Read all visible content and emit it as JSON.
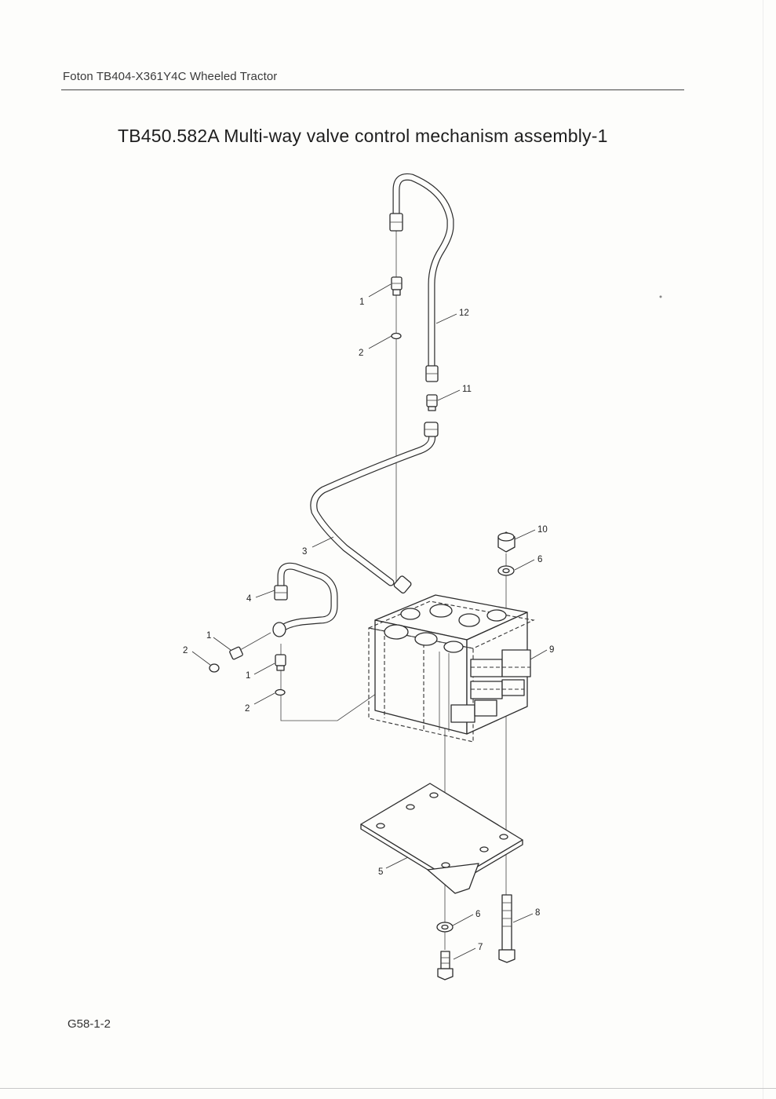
{
  "header": {
    "text": "Foton TB404-X361Y4C Wheeled Tractor"
  },
  "title": "TB450.582A  Multi-way valve control mechanism assembly-1",
  "footer": {
    "code": "G58-1-2"
  },
  "callouts": {
    "c1_upper": "1",
    "c2_upper": "2",
    "c12": "12",
    "c11": "11",
    "c3": "3",
    "c10": "10",
    "c6_upper": "6",
    "c4": "4",
    "c1_left": "1",
    "c2_left": "2",
    "c1_mid": "1",
    "c9": "9",
    "c2_mid": "2",
    "c5": "5",
    "c8": "8",
    "c6_lower": "6",
    "c7": "7"
  }
}
